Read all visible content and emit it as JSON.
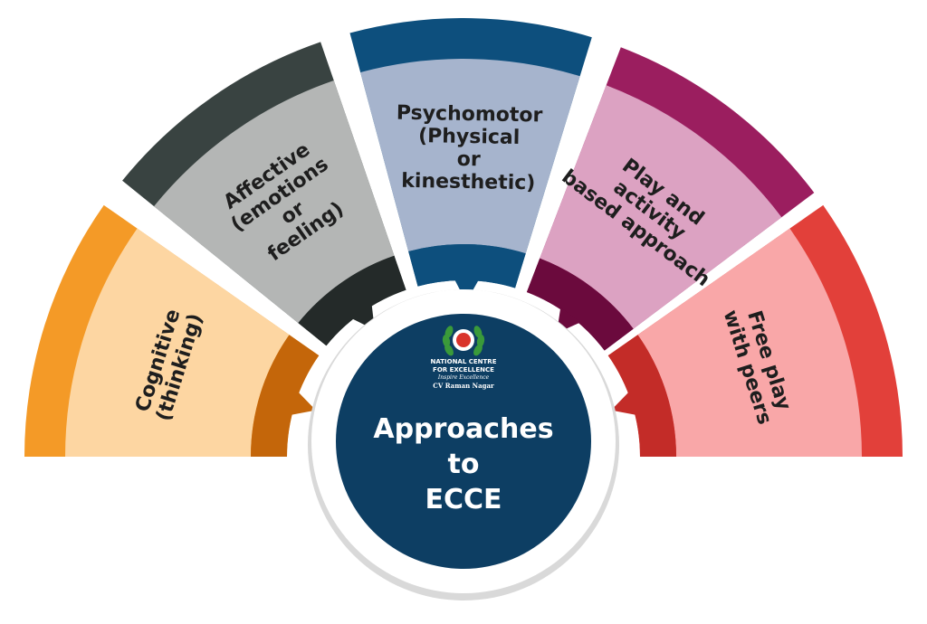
{
  "center": {
    "title_lines": [
      "Approaches",
      "to",
      "ECCE"
    ],
    "logo": {
      "name_line1": "NATIONAL CENTRE",
      "name_line2": "FOR EXCELLENCE",
      "tagline": "Inspire Excellence",
      "location": "CV Raman Nagar"
    },
    "colors": {
      "fill": "#0d3e63",
      "ring": "#ffffff",
      "shadow": "#d9d9d9"
    }
  },
  "segments": [
    {
      "lines": [
        "Cognitive",
        "(thinking)"
      ],
      "colors": {
        "outer": "#f49a27",
        "light": "#fdd6a2",
        "dark": "#c4660a"
      }
    },
    {
      "lines": [
        "Affective",
        "(emotions",
        "or",
        "feeling)"
      ],
      "colors": {
        "outer": "#394341",
        "light": "#b4b6b5",
        "dark": "#242a29"
      }
    },
    {
      "lines": [
        "Psychomotor",
        "(Physical",
        "or",
        "kinesthetic)"
      ],
      "colors": {
        "outer": "#0d4f7d",
        "light": "#a6b4cd",
        "dark": "#0d4f7d"
      }
    },
    {
      "lines": [
        "Play and",
        "activity",
        "based approach"
      ],
      "colors": {
        "outer": "#9b1e5f",
        "light": "#dca2c2",
        "dark": "#6b0a3d"
      }
    },
    {
      "lines": [
        "Free play",
        "with peers"
      ],
      "colors": {
        "outer": "#e2403a",
        "light": "#f9a7a8",
        "dark": "#c32c28"
      }
    }
  ]
}
